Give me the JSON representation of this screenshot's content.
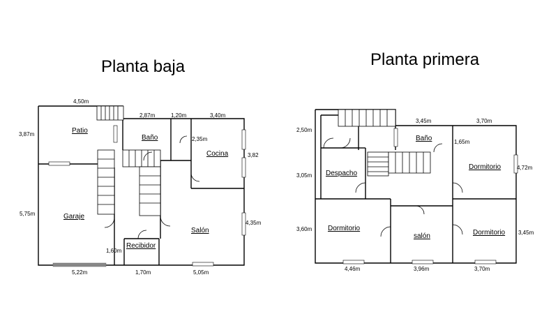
{
  "plans": [
    {
      "title": "Planta baja",
      "rooms": {
        "patio": "Patio",
        "bano": "Baño",
        "cocina": "Cocina",
        "garaje": "Garaje",
        "salon": "Salón",
        "recibidor": "Recibidor"
      },
      "dims": {
        "top_left": "4,50m",
        "top_mid": "2,87m",
        "top_bano": "1,20m",
        "top_right": "3,40m",
        "left_top": "3,87m",
        "left_bottom": "5,75m",
        "bano_inner": "2,35m",
        "right_cocina": "3,82",
        "right_salon": "4,35m",
        "recibidor_h": "1,60m",
        "bottom_left": "5,22m",
        "bottom_mid": "1,70m",
        "bottom_right": "5,05m"
      }
    },
    {
      "title": "Planta primera",
      "rooms": {
        "bano": "Baño",
        "despacho": "Despacho",
        "dorm_top": "Dormitorio",
        "dorm_left": "Dormitorio",
        "salon": "salón",
        "dorm_right": "Dormitorio"
      },
      "dims": {
        "left_top": "2,50m",
        "top_mid": "3,45m",
        "top_right": "3,70m",
        "bano_inner": "1,65m",
        "left_mid": "3,05m",
        "right_top": "4,72m",
        "left_bottom": "3,60m",
        "right_bottom": "3,45m",
        "bottom_left": "4,46m",
        "bottom_mid": "3,96m",
        "bottom_right": "3,70m"
      }
    }
  ]
}
